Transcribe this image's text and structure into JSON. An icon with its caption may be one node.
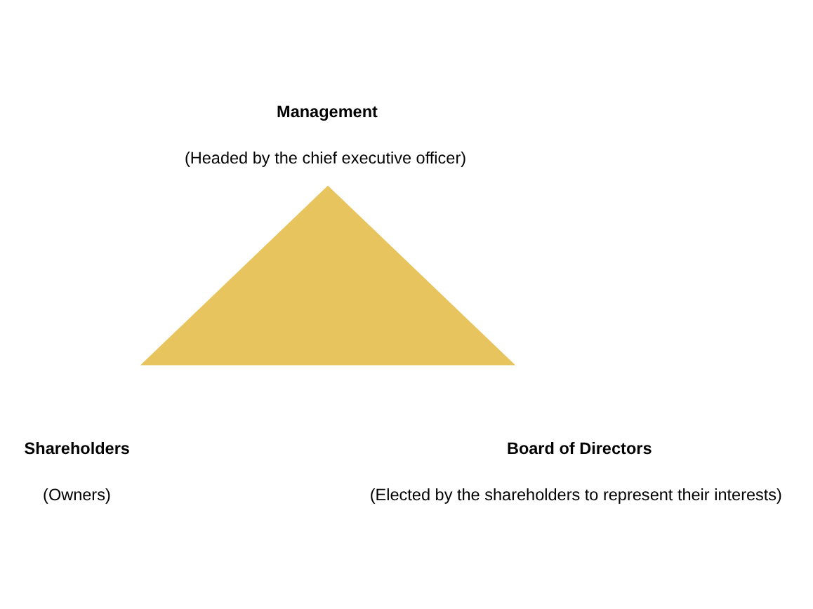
{
  "diagram": {
    "nodes": [
      {
        "text": [],
        "shape": "triangle"
      }
    ],
    "edges": [],
    "labels": [
      "Management",
      "(Headed by the chief executive officer)",
      "Shareholders",
      "(Owners)",
      "Board of Directors",
      "(Elected by the shareholders to represent their interests)"
    ]
  }
}
